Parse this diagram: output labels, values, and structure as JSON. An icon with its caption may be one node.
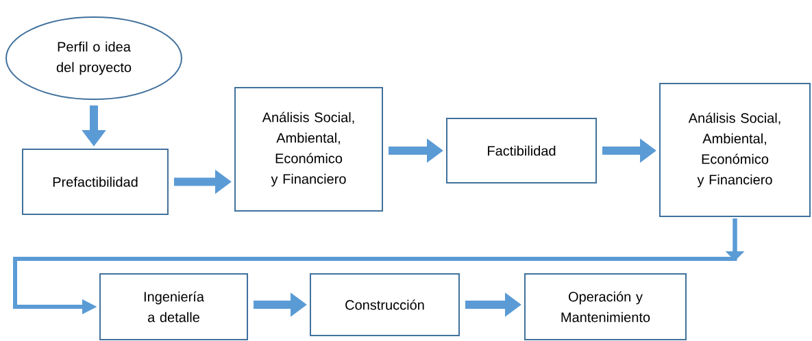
{
  "diagram": {
    "nodes": [
      {
        "text": [
          "Perfil o idea del proyecto"
        ]
      },
      {
        "text": [
          "Prefactibilidad"
        ]
      },
      {
        "text": [
          "Análisis Social, Ambiental, Económico y Financiero"
        ]
      },
      {
        "text": [
          "Factibilidad"
        ]
      },
      {
        "text": [
          "Análisis Social, Ambiental, Económico y Financiero"
        ]
      },
      {
        "text": [
          "Ingeniería a detalle"
        ]
      },
      {
        "text": [
          "Construcción"
        ]
      },
      {
        "text": [
          "Operación y Mantenimiento"
        ]
      }
    ],
    "edges": [
      {
        "from": 0,
        "to": 1,
        "arrow": "to"
      },
      {
        "from": 1,
        "to": 2,
        "arrow": "to"
      },
      {
        "from": 2,
        "to": 3,
        "arrow": "to"
      },
      {
        "from": 3,
        "to": 4,
        "arrow": "to"
      },
      {
        "from": 4,
        "to": 5,
        "arrow": "to"
      },
      {
        "from": 5,
        "to": 6,
        "arrow": "to"
      },
      {
        "from": 6,
        "to": 7,
        "arrow": "to"
      }
    ]
  }
}
